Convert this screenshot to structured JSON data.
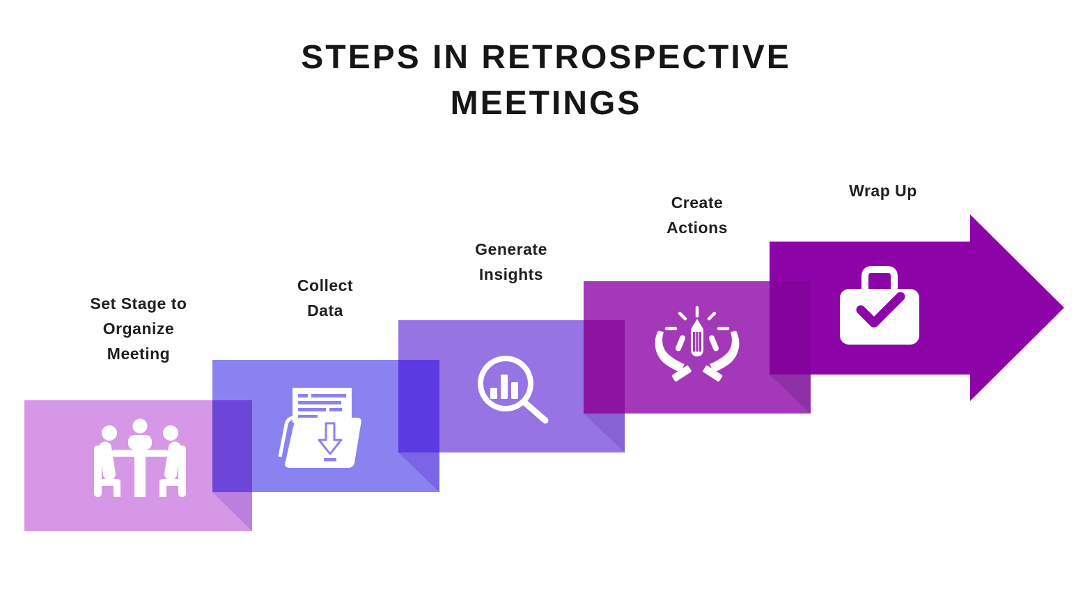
{
  "title": {
    "line1": "STEPS IN RETROSPECTIVE",
    "line2": "MEETINGS"
  },
  "steps": [
    {
      "label": "Set Stage to\nOrganize\nMeeting",
      "icon": "meeting-table-icon",
      "color": "#d698e6"
    },
    {
      "label": "Collect\nData",
      "icon": "folder-download-icon",
      "color": "#8b82f2"
    },
    {
      "label": "Generate\nInsights",
      "icon": "magnifier-chart-icon",
      "color": "#9674e4"
    },
    {
      "label": "Create\nActions",
      "icon": "hands-idea-icon",
      "color": "#a338b8"
    },
    {
      "label": "Wrap Up",
      "icon": "briefcase-check-icon",
      "color": "#8d04a8"
    }
  ],
  "overlap_colors": [
    "#6c45d9",
    "#5c3ae2",
    "#8d13a3",
    "#85039d"
  ],
  "fold_shadow_colors": [
    "#bb80dd",
    "#7b64e6",
    "#8762d4",
    "#8e2fa6"
  ],
  "icon_color": "#ffffff",
  "background_color": "#ffffff",
  "text_color": "#1f1f1f"
}
